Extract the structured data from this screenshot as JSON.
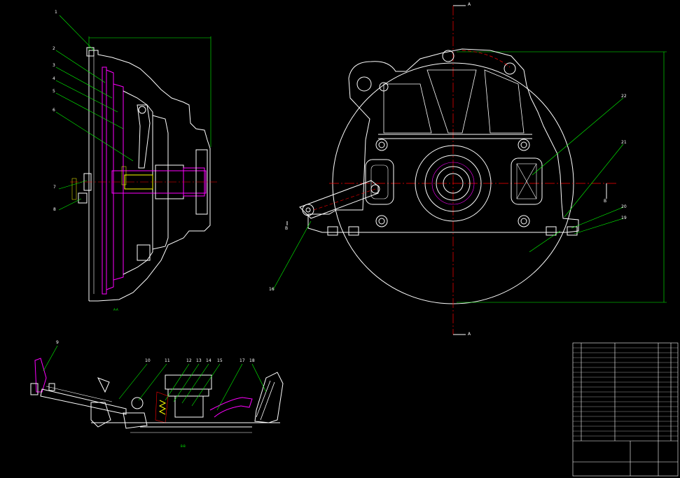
{
  "theme": {
    "background": "#000000",
    "outline": "#ffffff",
    "center_line": "#ff0000",
    "leader": "#00ff00",
    "hidden": "#ff00ff",
    "accent": "#ffff00",
    "text": "#00ff00"
  },
  "section_markers": {
    "top": "A",
    "bottom": "A",
    "left_b": "B",
    "right_b": "B"
  },
  "view_labels": {
    "section_aa": "A-A",
    "section_bb": "B-B"
  },
  "part_numbers": {
    "p1": "1",
    "p2": "2",
    "p3": "3",
    "p4": "4",
    "p5": "5",
    "p6": "6",
    "p7": "7",
    "p8": "8",
    "p9": "9",
    "p10": "10",
    "p11": "11",
    "p12": "12",
    "p13": "13",
    "p14": "14",
    "p15": "15",
    "p17": "17",
    "p18": "18",
    "p16": "16",
    "p19": "19",
    "p20": "20",
    "p21": "21",
    "p22": "22"
  },
  "title_block": {
    "school": "",
    "drawing_title": ""
  }
}
